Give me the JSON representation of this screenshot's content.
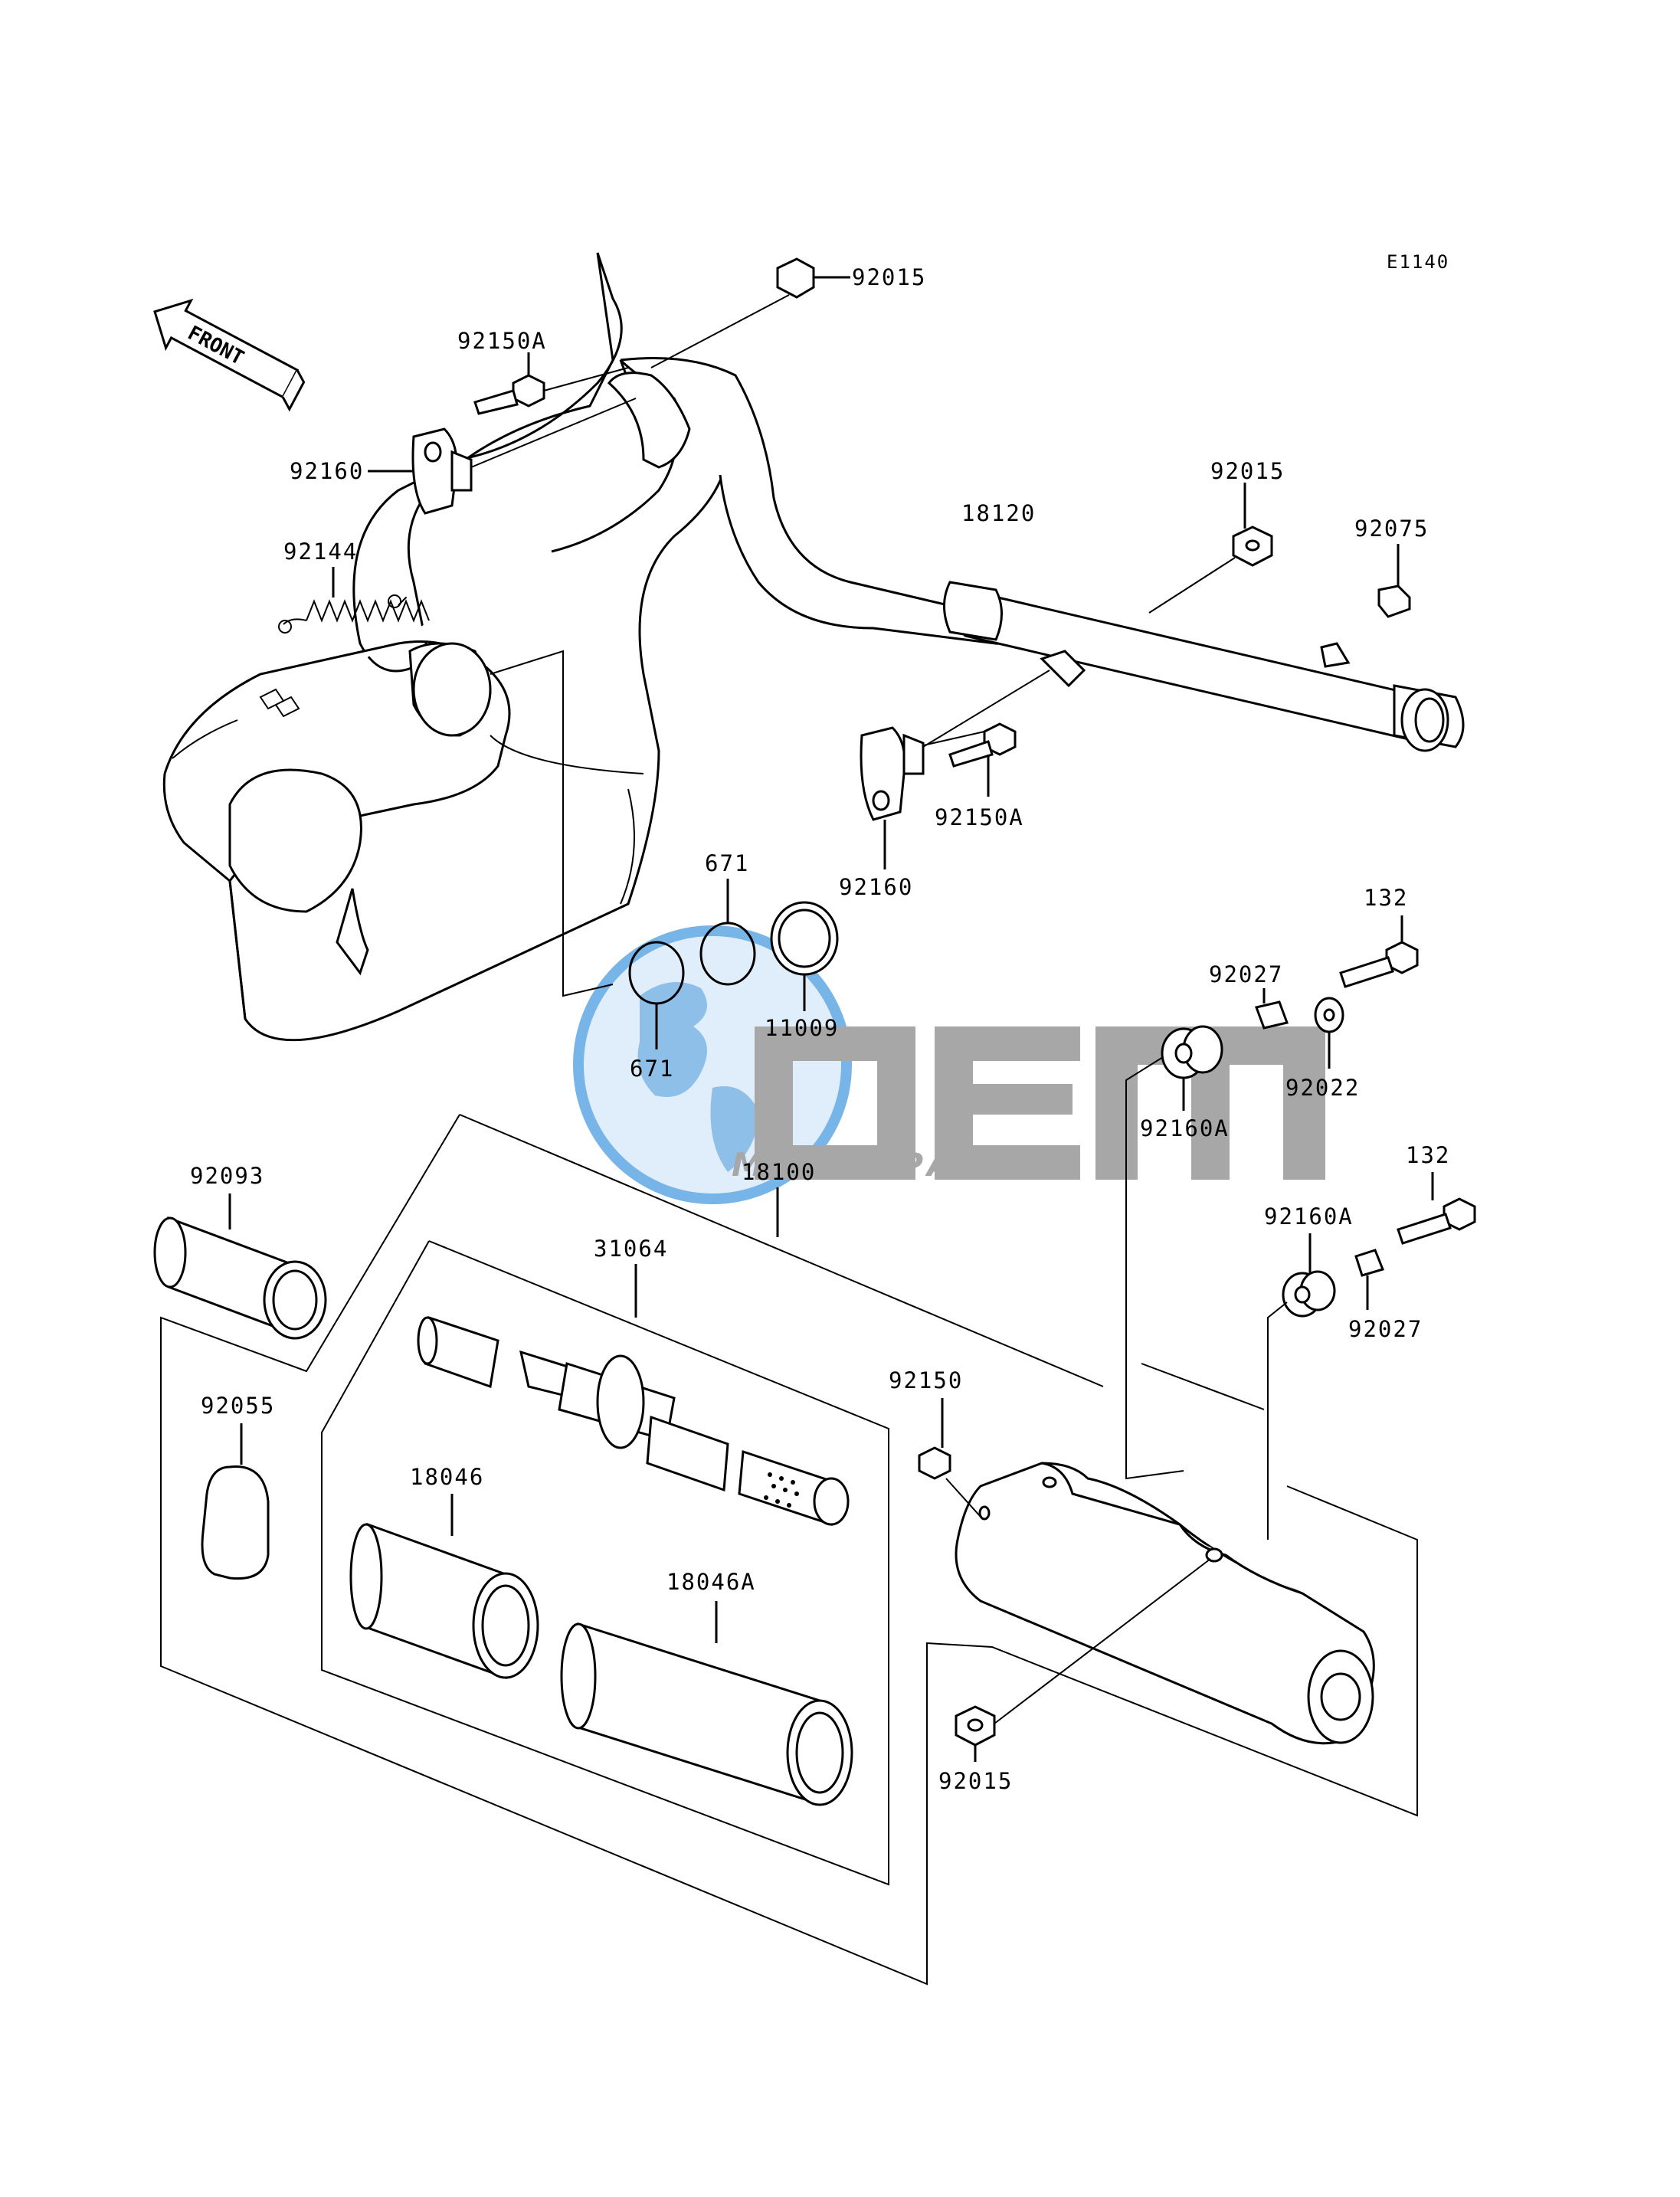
{
  "diagram_code": "E1140",
  "front_label": "FRONT",
  "watermark": {
    "brand": "OEM",
    "sub": "MOTORPARTS",
    "colors": {
      "globe": "#3a8fd8",
      "globe_light": "#cfe6f8",
      "letters": "#8a8a8a"
    }
  },
  "parts": {
    "p92015_top": "92015",
    "p92150A_left": "92150A",
    "p92160_left": "92160",
    "p92144": "92144",
    "p18120": "18120",
    "p92015_right": "92015",
    "p92075": "92075",
    "p92150A_right": "92150A",
    "p92160_right": "92160",
    "p671_top": "671",
    "p671_bottom": "671",
    "p11009": "11009",
    "p132_top": "132",
    "p92027_top": "92027",
    "p92022": "92022",
    "p92160A_top": "92160A",
    "p92093": "92093",
    "p18100": "18100",
    "p31064": "31064",
    "p92160A_bottom": "92160A",
    "p132_bottom": "132",
    "p92027_bottom": "92027",
    "p92150": "92150",
    "p92055": "92055",
    "p18046": "18046",
    "p18046A": "18046A",
    "p92015_bottom": "92015"
  }
}
